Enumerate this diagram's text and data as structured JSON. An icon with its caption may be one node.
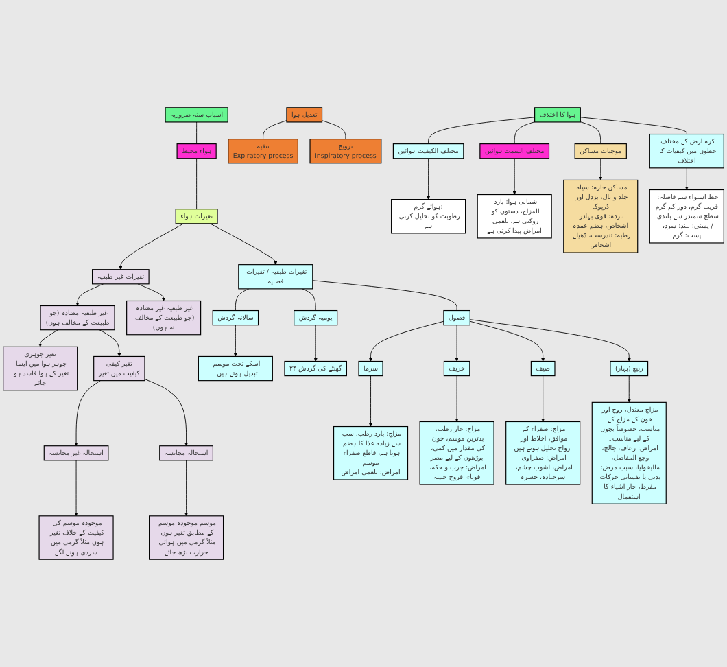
{
  "diagram": {
    "nodes": [
      {
        "text": [
          "اسباب ستہ ضروریہ"
        ]
      },
      {
        "text": [
          "ہواء محیط"
        ]
      },
      {
        "text": [
          "تغیرات ہواء"
        ]
      },
      {
        "text": [
          "تعدیل ہوا"
        ]
      },
      {
        "text": [
          "تنقیہ",
          "Expiratory process"
        ]
      },
      {
        "text": [
          "ترویح",
          "Inspiratory process"
        ]
      },
      {
        "text": [
          "تغیرات غیر طبعیہ"
        ]
      },
      {
        "text": [
          "غیر طبعیہ مضادہ (جو طبیعت کے مخالف ہوں)"
        ]
      },
      {
        "text": [
          "غیر طبعیہ غیر مضادہ (جو طبیعت کے مخالف نہ ہوں)"
        ]
      },
      {
        "text": [
          "تغیر کیفی",
          "کیفیت میں تغیر"
        ]
      },
      {
        "text": [
          "تغیر جوہری",
          "جوہر ہوا میں ایسا تغیر کے ہوا فاسد ہو جائے"
        ]
      },
      {
        "text": [
          "استحالہ غیر مجانسہ"
        ]
      },
      {
        "text": [
          "استحالہ مجانسہ"
        ]
      },
      {
        "text": [
          "موجودہ موسم کی کیفیت کے خلاف تغیر ہوں مثلاً گرمی میں سردی ہونے لگے"
        ]
      },
      {
        "text": [
          "موسم موجودہ موسم کے مطابق تغیر ہوں مثلاً گرمی میں ہوائی حرارت بڑھ جائے"
        ]
      },
      {
        "text": [
          "تغیرات طبعیہ / تغیرات فصلیہ"
        ]
      },
      {
        "text": [
          "سالانہ گردش"
        ]
      },
      {
        "text": [
          "یومیہ گردش"
        ]
      },
      {
        "text": [
          "فصول"
        ]
      },
      {
        "text": [
          "اسکے تحت موسم تبدیل ہوتے ہیں۔"
        ]
      },
      {
        "text": [
          "۲۴ گھنٹے کی گردش"
        ]
      },
      {
        "text": [
          "سرما"
        ]
      },
      {
        "text": [
          "خریف"
        ]
      },
      {
        "text": [
          "صیف"
        ]
      },
      {
        "text": [
          "ربیع (بہار)"
        ]
      },
      {
        "text": [
          "مزاج: بارد رطب، سب سے زیادہ غذا کا ہضم ہوتا ہے، قاطع صفراء موسم",
          "امراض: بلغمی امراض"
        ]
      },
      {
        "text": [
          "مزاج: حار رطب، بدترین موسم، خون کی مقدار میں کمی، بوڑھوں کے لیے مضر",
          "امراض: جرب و حکہ، قوباء، قروح خبیثہ"
        ]
      },
      {
        "text": [
          "مزاج: صفراء کے موافق، اخلاط اور ارواح تحلیل ہوتے ہیں",
          "امراض: صفراوی امراض، اشوب چشم، سرخبادہ، خسرہ"
        ]
      },
      {
        "text": [
          "مزاج معتدل، روح اور خون کے مزاج کے مناسب، خصوصاً بچوں کے لیے مناسب۔",
          "امراض: رعاف، جالج، وجع المفاصل، مالیخولیا، سبب مرض: بدنی یا نفسانی حرکات مفرط، حار اشیاء کا استعمال"
        ]
      },
      {
        "text": [
          "ہوا کا اختلاف"
        ]
      },
      {
        "text": [
          "مختلف الکیفیت ہوائیں"
        ]
      },
      {
        "text": [
          "مختلف السمت ہوائیں"
        ]
      },
      {
        "text": [
          "موجبات مساکن"
        ]
      },
      {
        "text": [
          "کرہ ارض کے مختلف خطوں میں کیفیات کا اختلاف"
        ]
      },
      {
        "text": [
          "ہوائے گرم:",
          "رطوبت کو تحلیل کرتی ہے"
        ]
      },
      {
        "text": [
          "شمالی ہوا: بارد المزاج، دستوں کو روکتی ہے، بلغمی امراض پیدا کرتی ہے"
        ]
      },
      {
        "text": [
          "مساکن حارہ: سیاہ جلد و بال، بزدل اور ڈرپوک",
          "باردہ: قوی بہادر اشخاص، ہضم عمدہ",
          "رطبہ: تندرست، ڈھیلے اشخاص"
        ]
      },
      {
        "text": [
          "خط استواء سے فاصلہ: قریب گرم، دور کم گرم",
          "سطح سمندر سے بلندی / پستی: بلند: سرد، پست: گرم"
        ]
      }
    ],
    "edges": [
      {
        "from": 0,
        "to": 1,
        "arrow": "none"
      },
      {
        "from": 1,
        "to": 2,
        "arrow": "none"
      },
      {
        "from": 2,
        "to": 6,
        "arrow": "to"
      },
      {
        "from": 2,
        "to": 15,
        "arrow": "to"
      },
      {
        "from": 3,
        "to": 4,
        "arrow": "none"
      },
      {
        "from": 3,
        "to": 5,
        "arrow": "none"
      },
      {
        "from": 6,
        "to": 7,
        "arrow": "to"
      },
      {
        "from": 6,
        "to": 8,
        "arrow": "to"
      },
      {
        "from": 7,
        "to": 9,
        "arrow": "to"
      },
      {
        "from": 7,
        "to": 10,
        "arrow": "to"
      },
      {
        "from": 9,
        "to": 11,
        "arrow": "to"
      },
      {
        "from": 9,
        "to": 12,
        "arrow": "to"
      },
      {
        "from": 11,
        "to": 13,
        "arrow": "to"
      },
      {
        "from": 12,
        "to": 14,
        "arrow": "to"
      },
      {
        "from": 15,
        "to": 16,
        "arrow": "none"
      },
      {
        "from": 15,
        "to": 17,
        "arrow": "none"
      },
      {
        "from": 15,
        "to": 18,
        "arrow": "none"
      },
      {
        "from": 16,
        "to": 19,
        "arrow": "to"
      },
      {
        "from": 17,
        "to": 20,
        "arrow": "to"
      },
      {
        "from": 18,
        "to": 21,
        "arrow": "to"
      },
      {
        "from": 18,
        "to": 22,
        "arrow": "to"
      },
      {
        "from": 18,
        "to": 23,
        "arrow": "to"
      },
      {
        "from": 18,
        "to": 24,
        "arrow": "to"
      },
      {
        "from": 21,
        "to": 25,
        "arrow": "to"
      },
      {
        "from": 22,
        "to": 26,
        "arrow": "to"
      },
      {
        "from": 23,
        "to": 27,
        "arrow": "to"
      },
      {
        "from": 24,
        "to": 28,
        "arrow": "to"
      },
      {
        "from": 29,
        "to": 30,
        "arrow": "none"
      },
      {
        "from": 29,
        "to": 31,
        "arrow": "none"
      },
      {
        "from": 29,
        "to": 32,
        "arrow": "none"
      },
      {
        "from": 29,
        "to": 33,
        "arrow": "none"
      },
      {
        "from": 30,
        "to": 34,
        "arrow": "to"
      },
      {
        "from": 31,
        "to": 35,
        "arrow": "to"
      },
      {
        "from": 32,
        "to": 36,
        "arrow": "to"
      },
      {
        "from": 33,
        "to": 37,
        "arrow": "to"
      }
    ]
  }
}
